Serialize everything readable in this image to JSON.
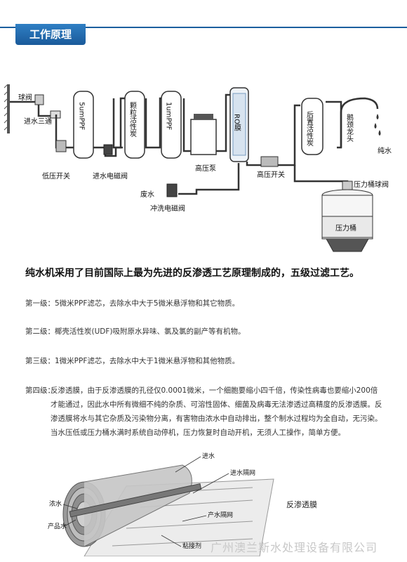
{
  "header": {
    "title": "工作原理"
  },
  "diagram": {
    "labels": {
      "ball_valve": "球阀",
      "inlet_tee": "进水三通",
      "low_pressure_switch": "低压开关",
      "inlet_solenoid": "进水电磁阀",
      "f1": "5umPPF",
      "f2": "颗粒活性炭",
      "f3": "1umPPF",
      "pump": "高压泵",
      "ro": "RO膜",
      "high_pressure_switch": "高压开关",
      "post_carbon": "后置活性炭",
      "faucet": "鹅颈龙头",
      "pure_water": "纯水",
      "waste_water": "废水",
      "flush_solenoid": "冲洗电磁阀",
      "tank_valve": "压力桶球阀",
      "tank": "压力桶"
    }
  },
  "summary": "纯水机采用了目前国际上最为先进的反渗透工艺原理制成的，五级过滤工艺。",
  "stages": [
    {
      "label": "第一级：",
      "text": "5微米PPF滤芯，去除水中大于5微米悬浮物和其它物质。"
    },
    {
      "label": "第二级：",
      "text": "椰壳活性炭(UDF)吸附原水异味、氯及氯的副产等有机物。"
    },
    {
      "label": "第三级：",
      "text": "1微米PPF滤芯，去除水中大于1微米悬浮物和其他物质。"
    },
    {
      "label": "第四级：",
      "text": "反渗透膜，由于反渗透膜的孔径仅0.0001微米，一个细胞要缩小四千倍，传染性病毒也要缩小200倍才能通过，因此水中所有微细不纯的杂质、可溶性固体、细菌及病毒无法渗透过高精度的反渗透膜。反渗透膜将水与其它杂质及污染物分离，有害物由浓水中自动排出，整个制水过程均为全自动，无污染。当水压低或压力桶水满时系统自动停机，压力恢复时自动开机，无须人工操作，简单方便。"
    }
  ],
  "membrane": {
    "title": "反渗透膜",
    "labels": {
      "feed": "进水",
      "feed_spacer": "进水隔网",
      "concentrate": "浓水",
      "product": "产品水",
      "permeate_spacer": "产水隔网",
      "adhesive": "粘接剂"
    }
  },
  "watermark": "广州澳兰斯水处理设备有限公司"
}
